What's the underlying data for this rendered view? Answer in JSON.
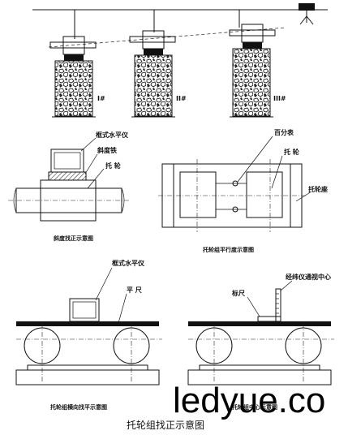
{
  "top": {
    "support_labels": [
      "I#",
      "II#",
      "III#"
    ]
  },
  "fig_slope": {
    "label_level": "框式水平仪",
    "label_slope_iron": "斜度铁",
    "label_roller": "托 轮",
    "caption": "斜度找正示意图"
  },
  "fig_parallel": {
    "label_dial": "百分表",
    "label_roller": "托 轮",
    "label_base": "托轮座",
    "caption": "托轮组平行度示意图"
  },
  "fig_horizontal": {
    "label_level": "框式水平仪",
    "label_ruler": "平 尺",
    "caption": "托轮组横向找平示意图"
  },
  "fig_center": {
    "label_ruler": "标尺",
    "label_theodolite": "经纬仪通视中心",
    "caption": "托轮组中心示意图"
  },
  "title": "托轮组找正示意图",
  "watermark": "ledyue.co"
}
